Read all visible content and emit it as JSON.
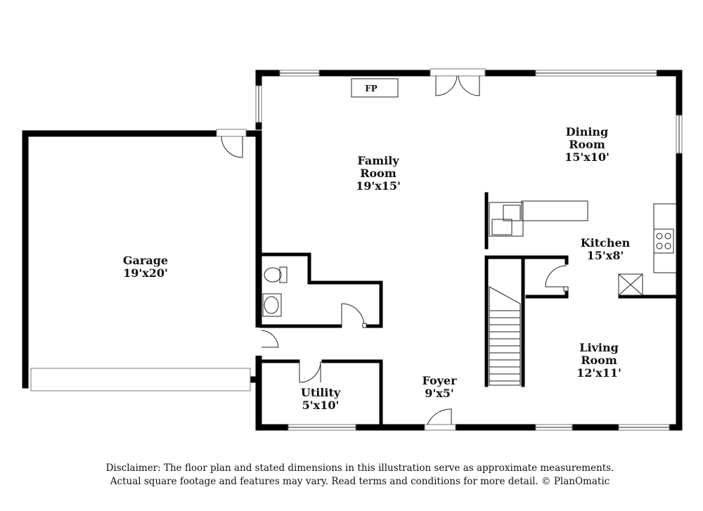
{
  "rooms": {
    "garage": {
      "name": "Garage",
      "dims": "19'x20'"
    },
    "family_room": {
      "name_line1": "Family",
      "name_line2": "Room",
      "dims": "19'x15'"
    },
    "dining_room": {
      "name_line1": "Dining",
      "name_line2": "Room",
      "dims": "15'x10'"
    },
    "kitchen": {
      "name": "Kitchen",
      "dims": "15'x8'"
    },
    "living_room": {
      "name_line1": "Living",
      "name_line2": "Room",
      "dims": "12'x11'"
    },
    "utility": {
      "name": "Utility",
      "dims": "5'x10'"
    },
    "foyer": {
      "name": "Foyer",
      "dims": "9'x5'"
    }
  },
  "fireplace_label": "FP",
  "disclaimer": {
    "line1": "Disclaimer: The floor plan and stated dimensions in this illustration serve as approximate measurements.",
    "line2": "Actual square footage and features may vary. Read terms and conditions for more detail. © PlanOmatic"
  }
}
